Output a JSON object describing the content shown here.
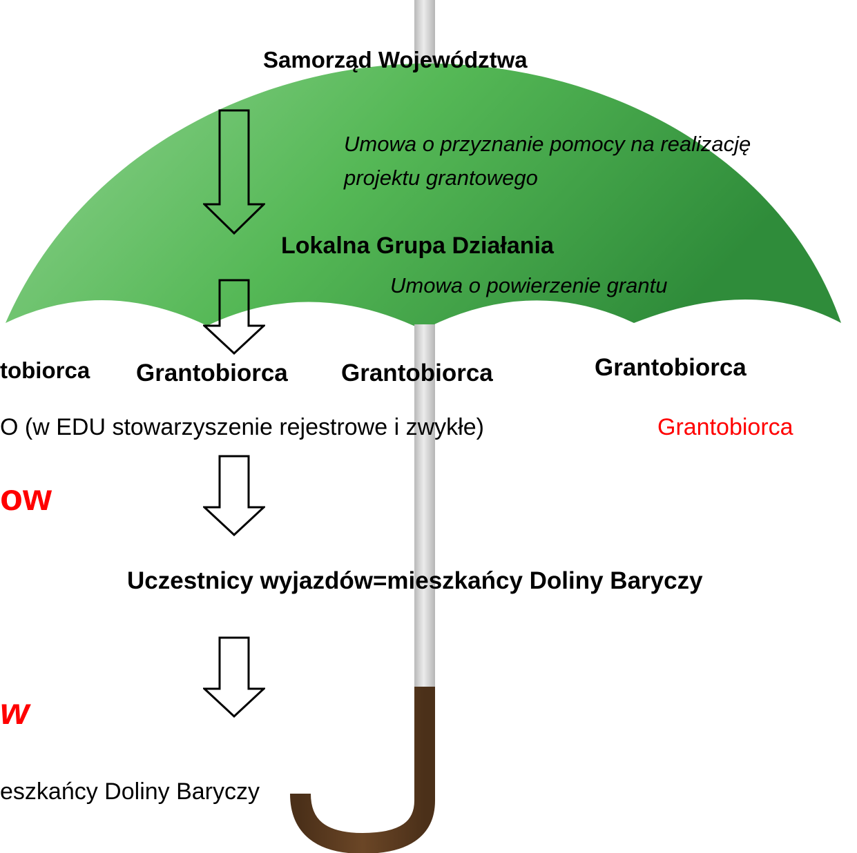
{
  "labels": {
    "top": "Samorząd Województwa",
    "contract1": [
      "Umowa o przyznanie pomocy na realizację",
      "projektu grantowego"
    ],
    "lgd": "Lokalna Grupa Działania",
    "contract2": "Umowa o powierzenie grantu",
    "grantee_partial": "tobiorca",
    "grantee": "Grantobiorca",
    "ngo_line": "O (w EDU stowarzyszenie rejestrowe i zwykłe)",
    "grantee_red": "Grantobiorca",
    "red_fragment_1": "ow",
    "red_fragment_2": "w",
    "participants": "Uczestnicy wyjazdów=mieszkańcy Doliny Baryczy",
    "residents_partial": "eszkańcy Doliny Baryczy"
  },
  "colors": {
    "canopy_light": "#8ed08e",
    "canopy_dark": "#2e8b3c",
    "shaft": "#d0d0d0",
    "handle": "#5e3e22",
    "red": "#ff0000"
  },
  "icons": [
    "down-arrow-icon"
  ]
}
